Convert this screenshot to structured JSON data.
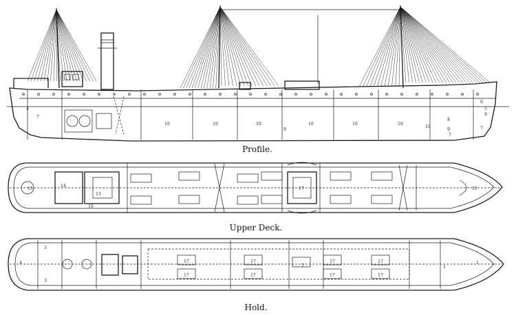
{
  "captions": {
    "profile": "Profile.",
    "upper_deck": "Upper Deck.",
    "hold": "Hold."
  },
  "profile_numbers": [
    "4",
    "7",
    "10",
    "10",
    "10",
    "10",
    "10",
    "10",
    "10",
    "9",
    "8",
    "9",
    "7",
    "6",
    "5",
    "6",
    "7"
  ],
  "deck_numbers": [
    "15",
    "14",
    "13",
    "16",
    "17",
    "15"
  ],
  "hold_numbers": [
    "4",
    "3",
    "3",
    "1",
    "17",
    "17",
    "17",
    "17",
    "2",
    "17",
    "17",
    "17",
    "17",
    "1"
  ]
}
